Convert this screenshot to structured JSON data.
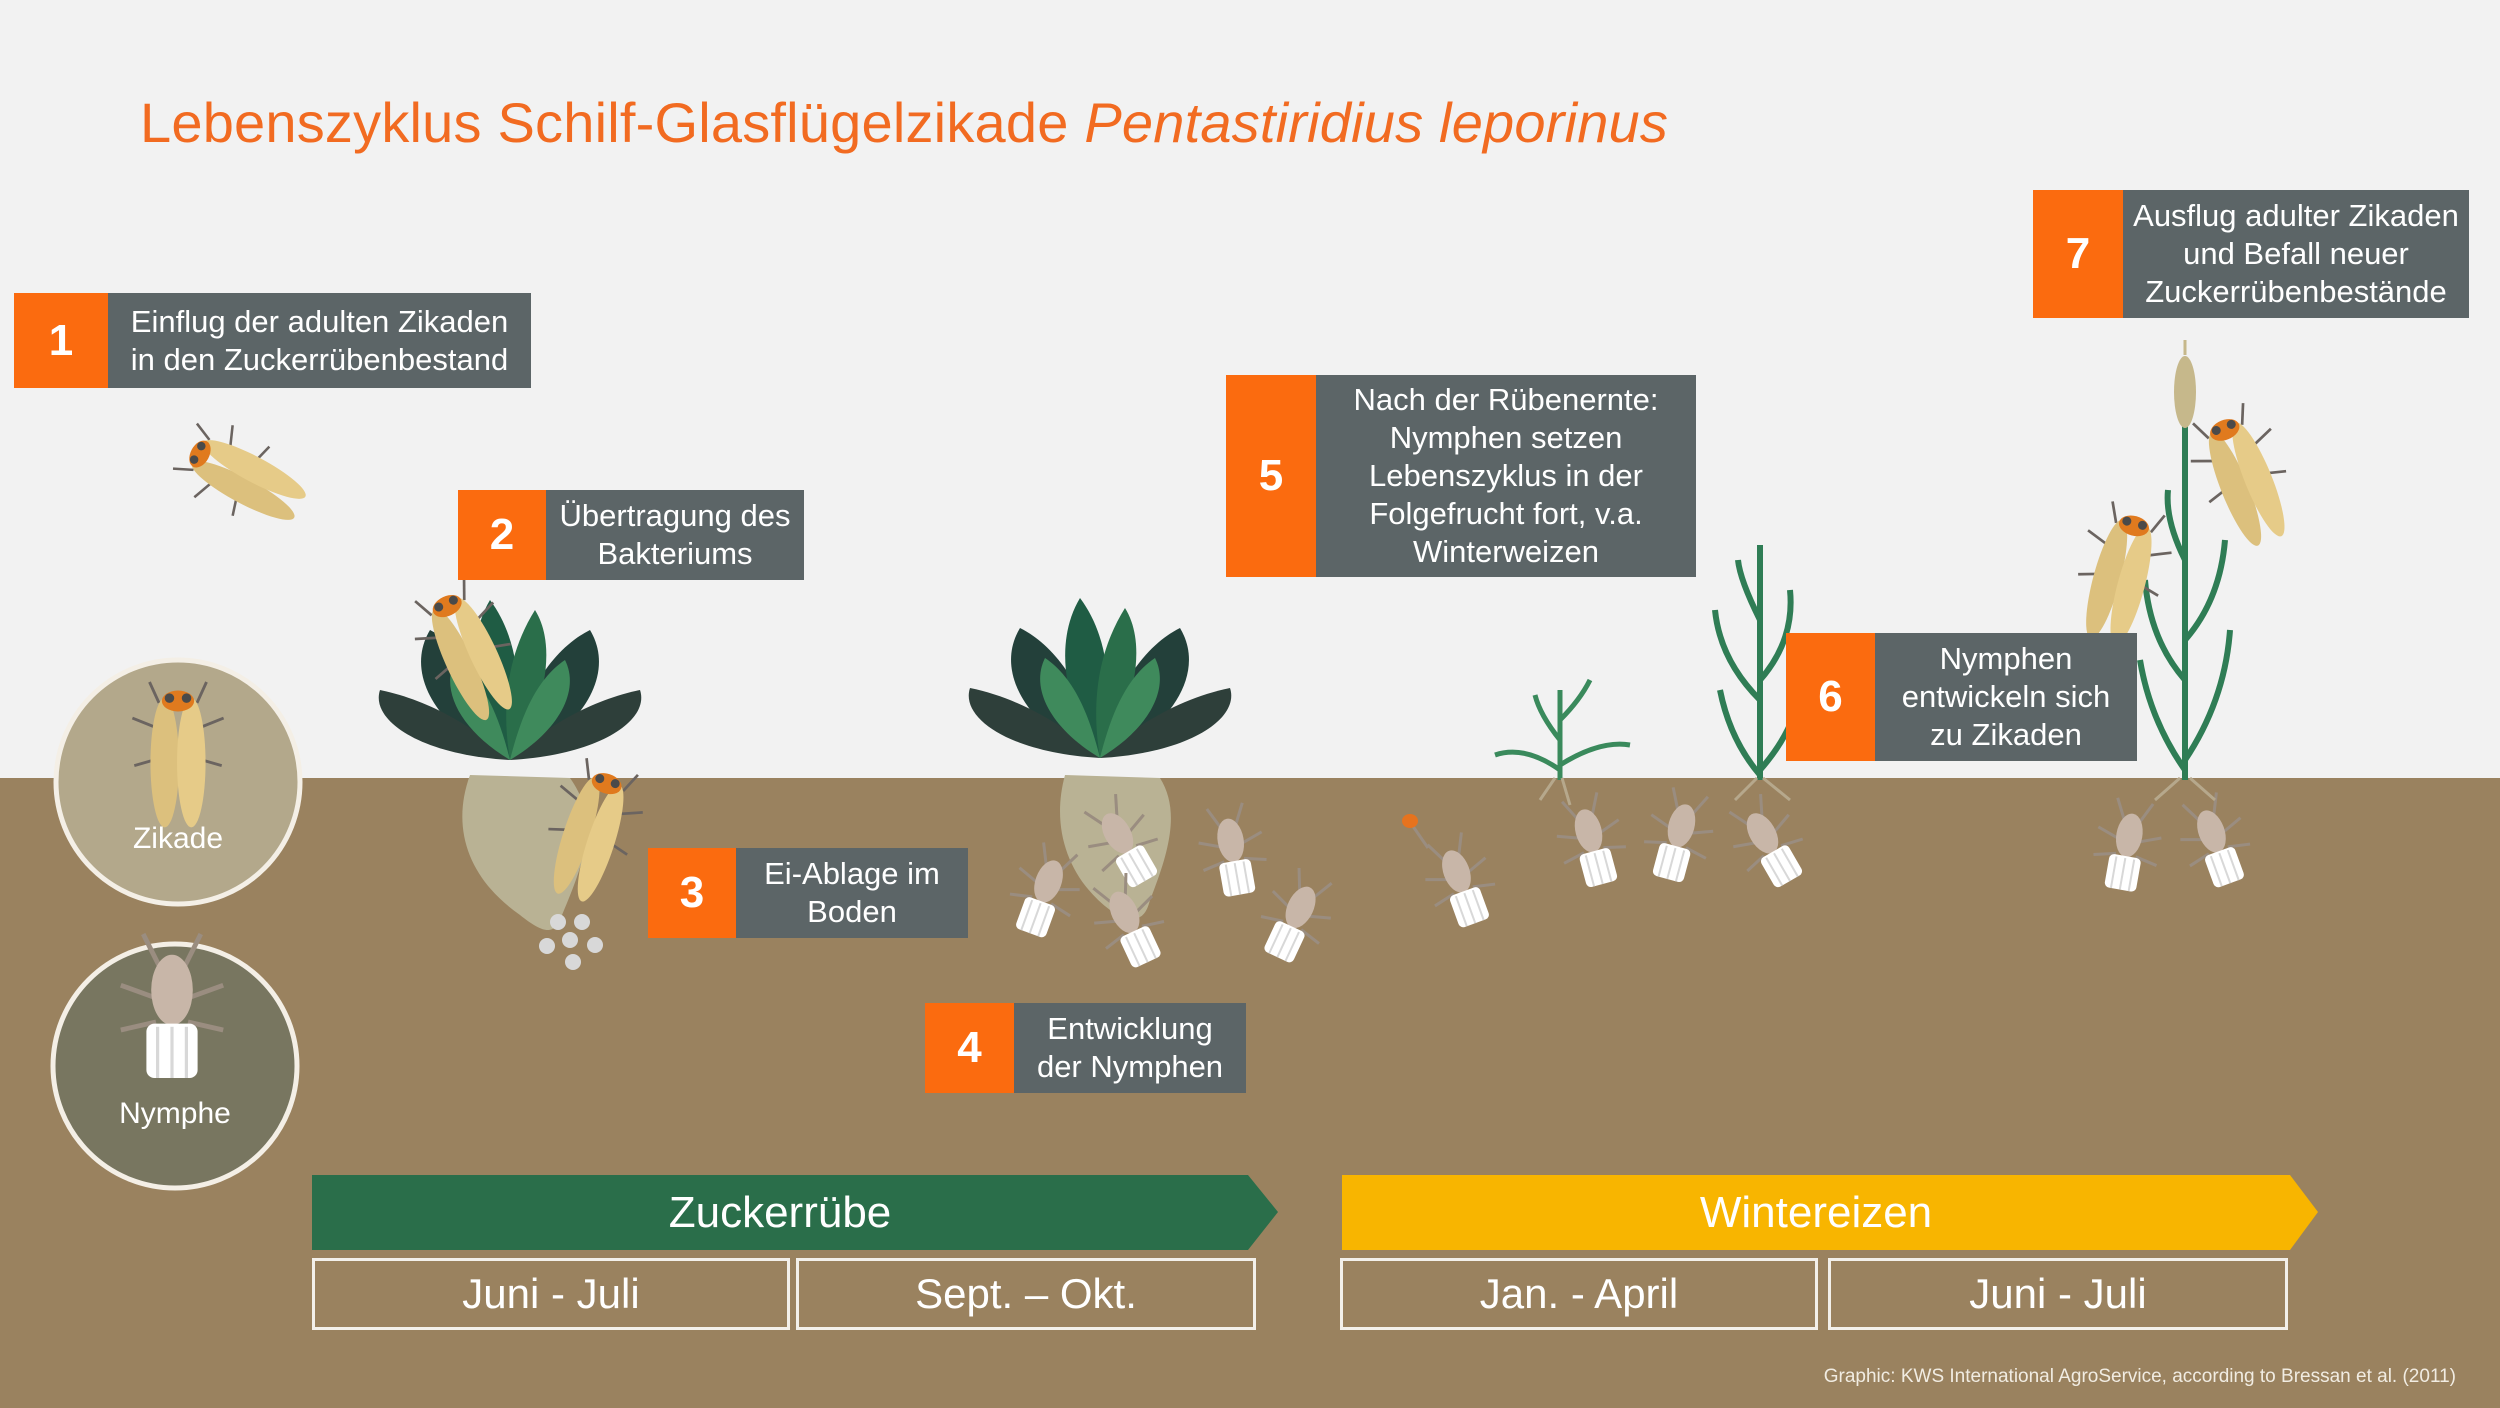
{
  "title_main": "Lebenszyklus Schilf-Glasflügelzikade",
  "title_species": "Pentastiridius leporinus",
  "colors": {
    "sky": "#f2f2f2",
    "soil": "#9a825f",
    "accent_orange": "#fb6b0f",
    "label_gray": "#5c6567",
    "sugarbeet_green": "#2a6e4a",
    "wheat_yellow": "#f8b500",
    "title_orange": "#f26b21"
  },
  "steps": [
    {
      "number": "1",
      "text": "Einflug der adulten Zikaden\nin den Zuckerrübenbestand"
    },
    {
      "number": "2",
      "text": "Übertragung des\nBakteriums"
    },
    {
      "number": "3",
      "text": "Ei-Ablage im\nBoden"
    },
    {
      "number": "4",
      "text": "Entwicklung\nder Nymphen"
    },
    {
      "number": "5",
      "text": "Nach der Rübenernte:\nNymphen setzen\nLebenszyklus in der\nFolgefrucht fort, v.a.\nWinterweizen"
    },
    {
      "number": "6",
      "text": "Nymphen\nentwickeln sich\nzu Zikaden"
    },
    {
      "number": "7",
      "text": "Ausflug adulter Zikaden\nund Befall neuer\nZuckerrübenbestände"
    }
  ],
  "legend": {
    "adult": "Zikade",
    "nymph": "Nymphe"
  },
  "crops": {
    "sugarbeet": "Zuckerrübe",
    "wheat": "Wintereizen"
  },
  "periods": [
    "Juni - Juli",
    "Sept. – Okt.",
    "Jan. - April",
    "Juni - Juli"
  ],
  "credit": "Graphic: KWS International AgroService, according to Bressan et al. (2011)"
}
